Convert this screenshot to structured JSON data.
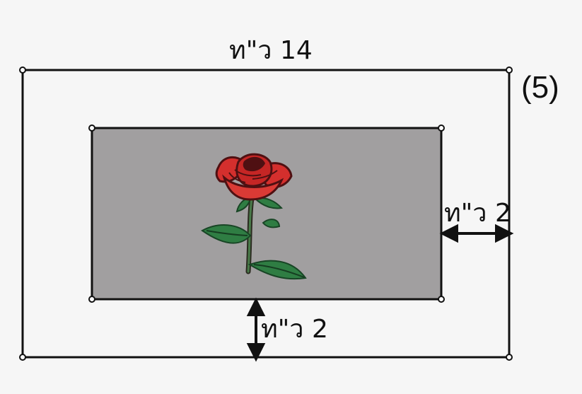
{
  "figure": {
    "label": "(5)",
    "outer_width_label": "ท\"ว 14",
    "side_margin_label": "ท\"ว 2",
    "bottom_margin_label": "ท\"ว 2",
    "picture": "red rose with green leaves",
    "colors": {
      "background": "#f6f6f6",
      "outline": "#111111",
      "inner_fill": "#a19fa0",
      "rose_red": "#d42f2d",
      "rose_dark": "#4f1012",
      "leaf_green": "#2f7d43"
    }
  }
}
